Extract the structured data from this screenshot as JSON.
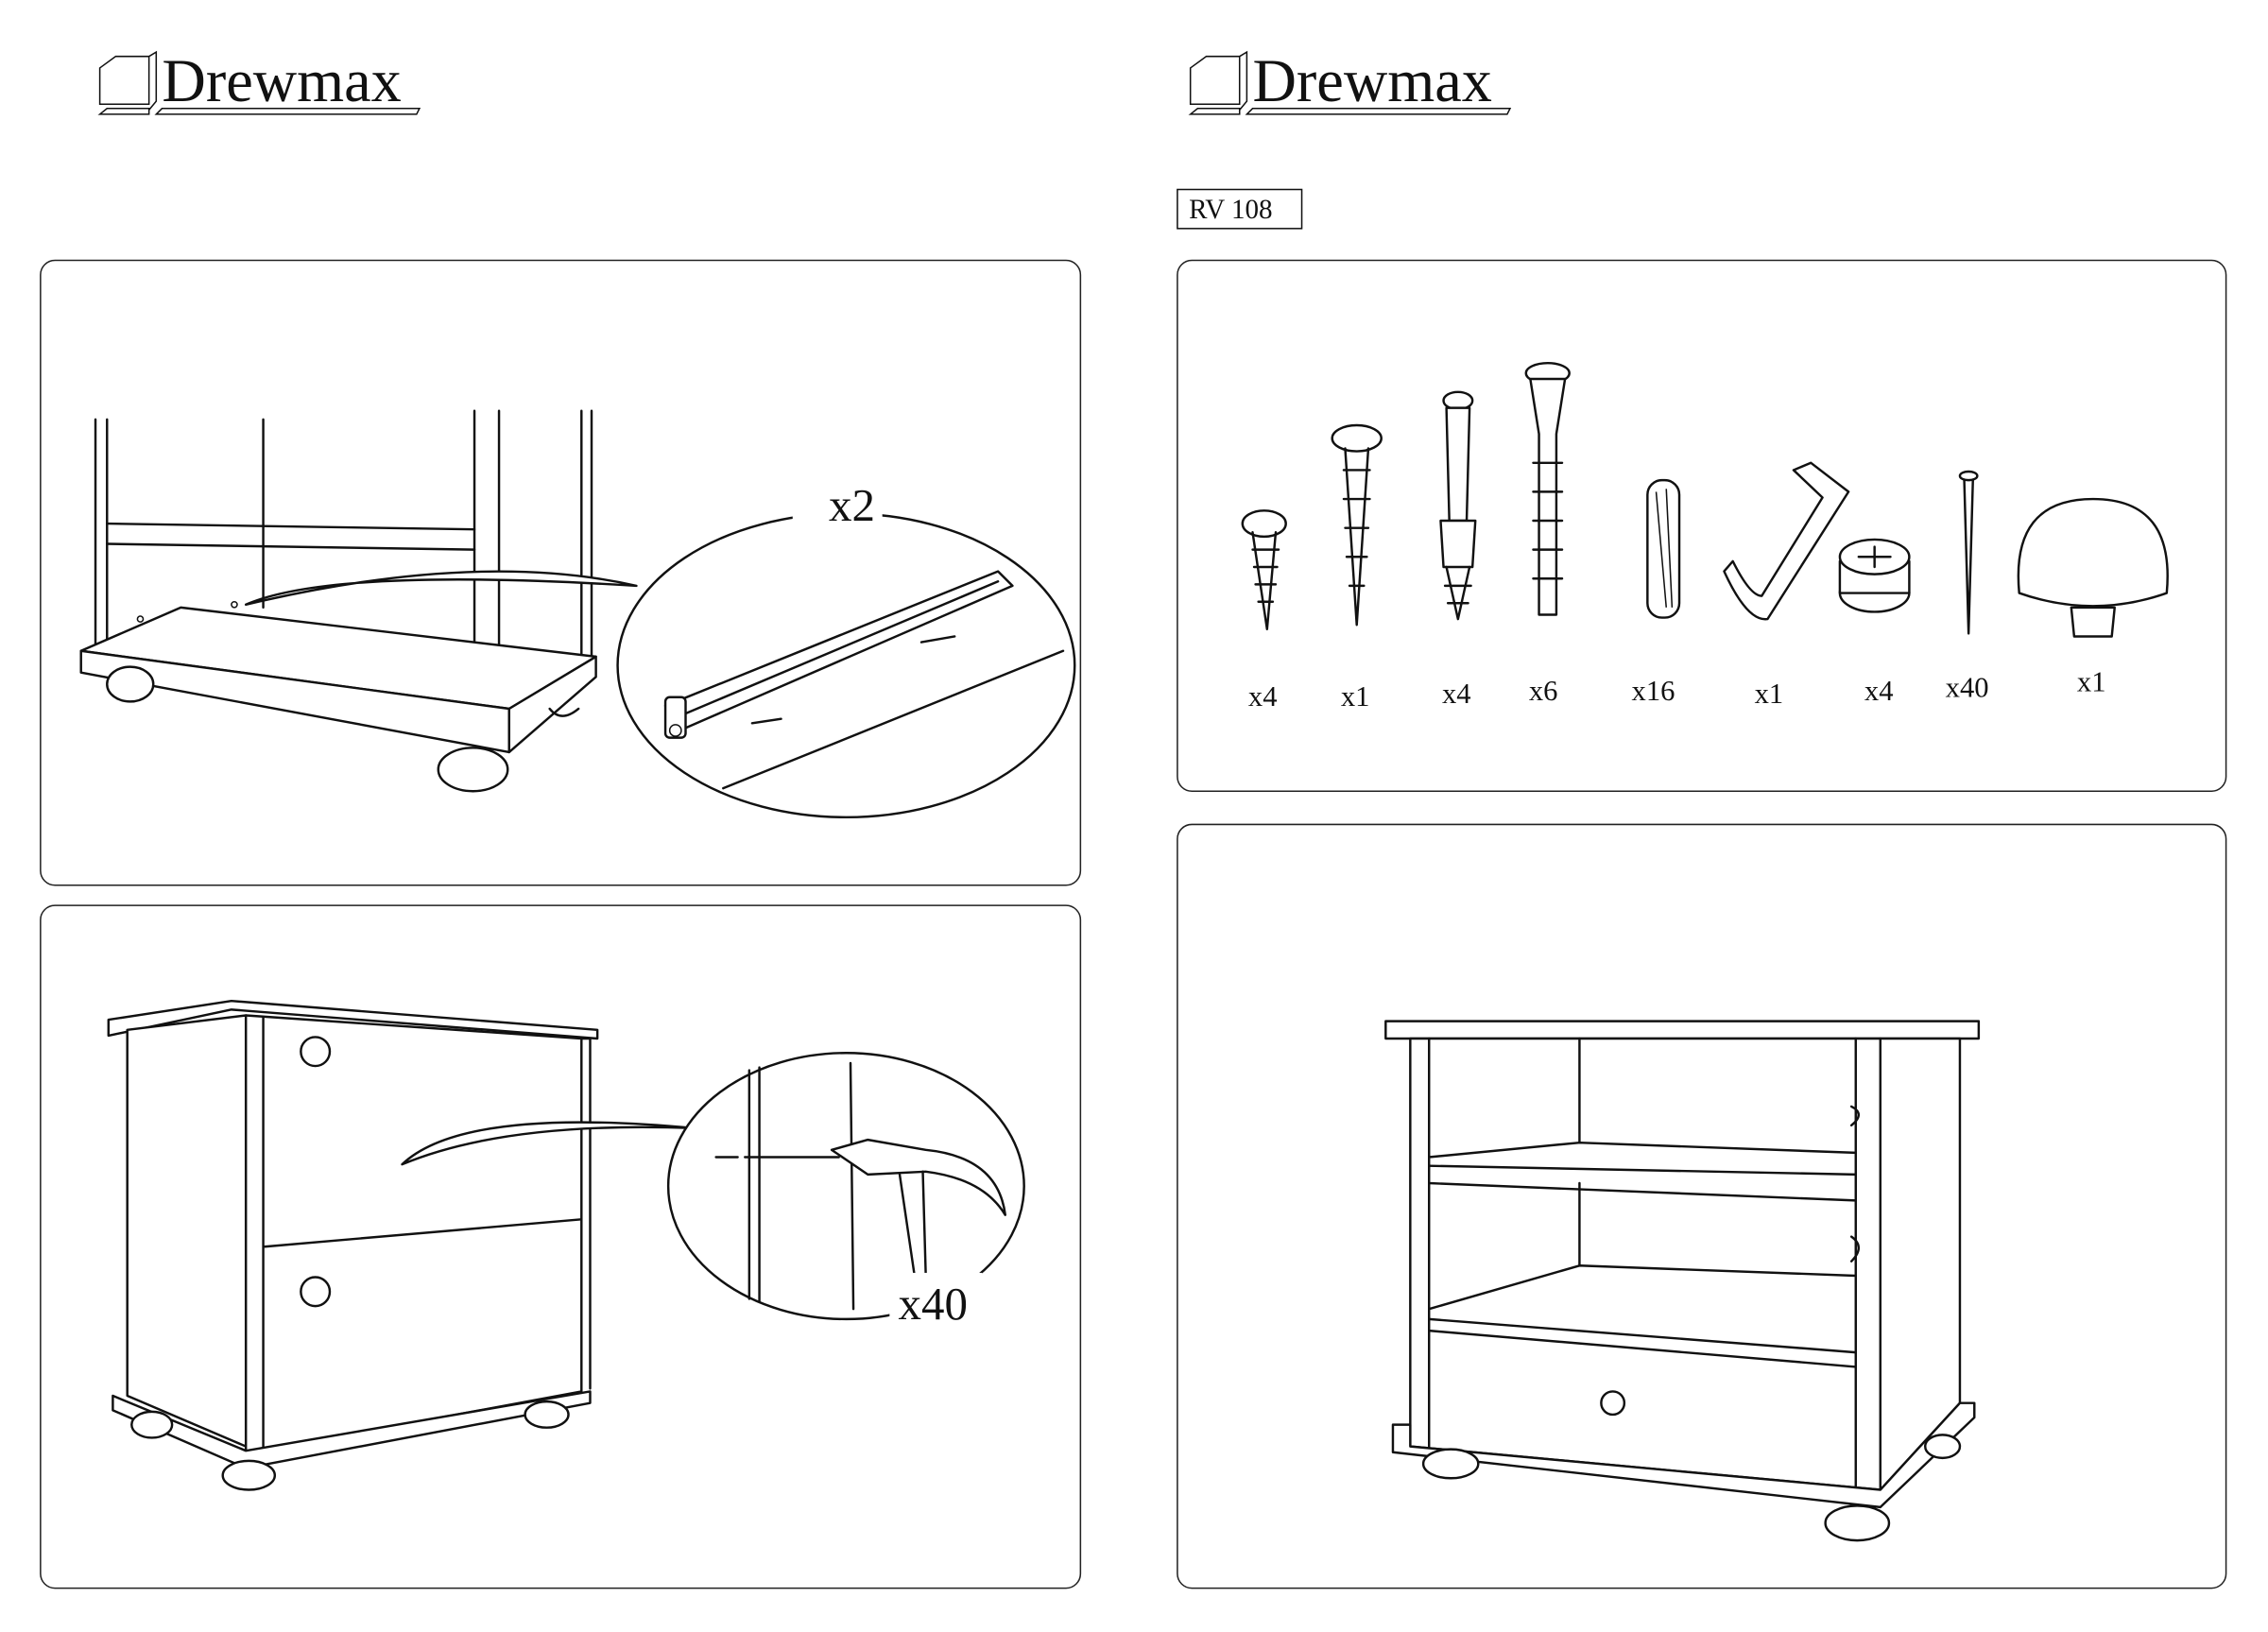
{
  "pages": [
    {
      "brand": "Drewmax"
    },
    {
      "brand": "Drewmax",
      "model_code": "RV 108"
    }
  ],
  "steps": {
    "rails": {
      "quantity": "x2"
    },
    "back_panel_nails": {
      "quantity": "x40"
    }
  },
  "hardware": [
    {
      "part": "short-screw",
      "quantity": "x4"
    },
    {
      "part": "long-screw",
      "quantity": "x1"
    },
    {
      "part": "confirmat-bolt",
      "quantity": "x4"
    },
    {
      "part": "long-bolt",
      "quantity": "x6"
    },
    {
      "part": "wooden-dowel",
      "quantity": "x16"
    },
    {
      "part": "allen-key",
      "quantity": "x1"
    },
    {
      "part": "cam-lock",
      "quantity": "x4"
    },
    {
      "part": "nail",
      "quantity": "x40"
    },
    {
      "part": "knob",
      "quantity": "x1"
    }
  ]
}
